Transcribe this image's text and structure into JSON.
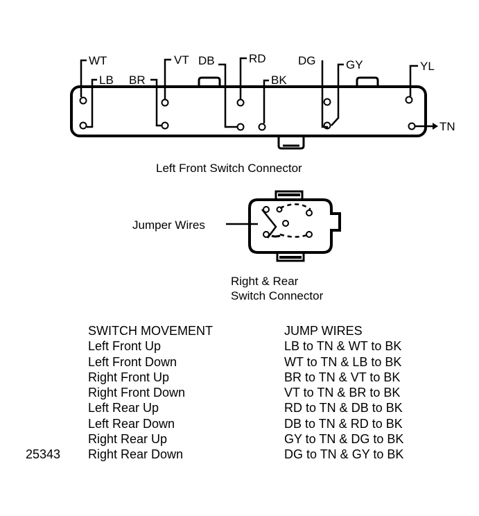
{
  "wire_labels": {
    "wt": "WT",
    "lb": "LB",
    "br": "BR",
    "vt": "VT",
    "db": "DB",
    "rd": "RD",
    "bk": "BK",
    "dg": "DG",
    "gy": "GY",
    "yl": "YL",
    "tn": "TN"
  },
  "left_connector_caption": "Left Front Switch Connector",
  "jumper_label": "Jumper Wires",
  "right_connector_caption": [
    "Right & Rear",
    "Switch Connector"
  ],
  "table": {
    "headers": [
      "SWITCH MOVEMENT",
      "JUMP WIRES"
    ],
    "rows": [
      [
        "Left Front Up",
        "LB to TN & WT to BK"
      ],
      [
        "Left Front Down",
        "WT to TN & LB to BK"
      ],
      [
        "Right Front Up",
        "BR to TN & VT to BK"
      ],
      [
        "Right Front Down",
        "VT to TN & BR to BK"
      ],
      [
        "Left Rear Up",
        "RD to TN & DB to BK"
      ],
      [
        "Left Rear Down",
        "DB to TN & RD to BK"
      ],
      [
        "Right Rear Up",
        "GY to TN & DG to BK"
      ],
      [
        "Right Rear Down",
        "DG to TN & GY to BK"
      ]
    ]
  },
  "figure_id": "25343"
}
